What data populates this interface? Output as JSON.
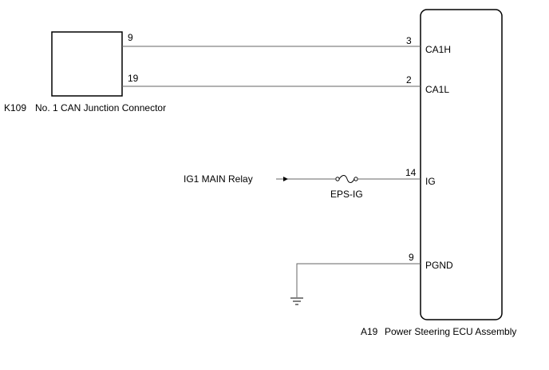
{
  "junction_connector": {
    "code": "K109",
    "name": "No. 1 CAN Junction Connector",
    "pins": {
      "can_high": "9",
      "can_low": "19"
    }
  },
  "ecu": {
    "code": "A19",
    "name": "Power Steering ECU Assembly",
    "terminals": [
      {
        "pin": "3",
        "name": "CA1H"
      },
      {
        "pin": "2",
        "name": "CA1L"
      },
      {
        "pin": "14",
        "name": "IG"
      },
      {
        "pin": "9",
        "name": "PGND"
      }
    ]
  },
  "power_source": {
    "label": "IG1 MAIN Relay"
  },
  "fuse": {
    "label": "EPS-IG"
  }
}
